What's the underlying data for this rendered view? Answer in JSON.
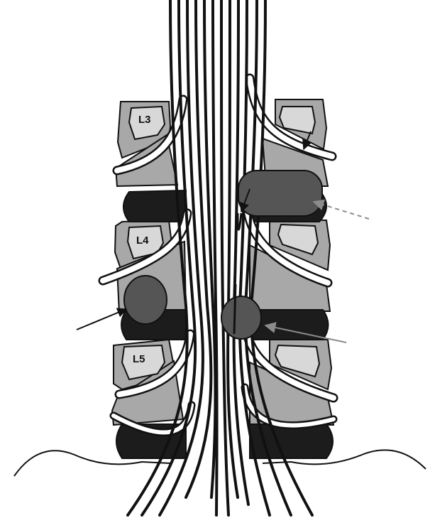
{
  "diagram": {
    "vertebra_labels": [
      "L3",
      "L4",
      "L5"
    ],
    "colors": {
      "background": "#ffffff",
      "bone": "#a8a8a8",
      "pedicle": "#d8d8d8",
      "disc": "#1c1c1c",
      "herniation": "#555555",
      "outline": "#111111",
      "root_fill": "#ffffff",
      "arrow_black": "#111111",
      "arrow_gray": "#8c8c8c"
    }
  }
}
